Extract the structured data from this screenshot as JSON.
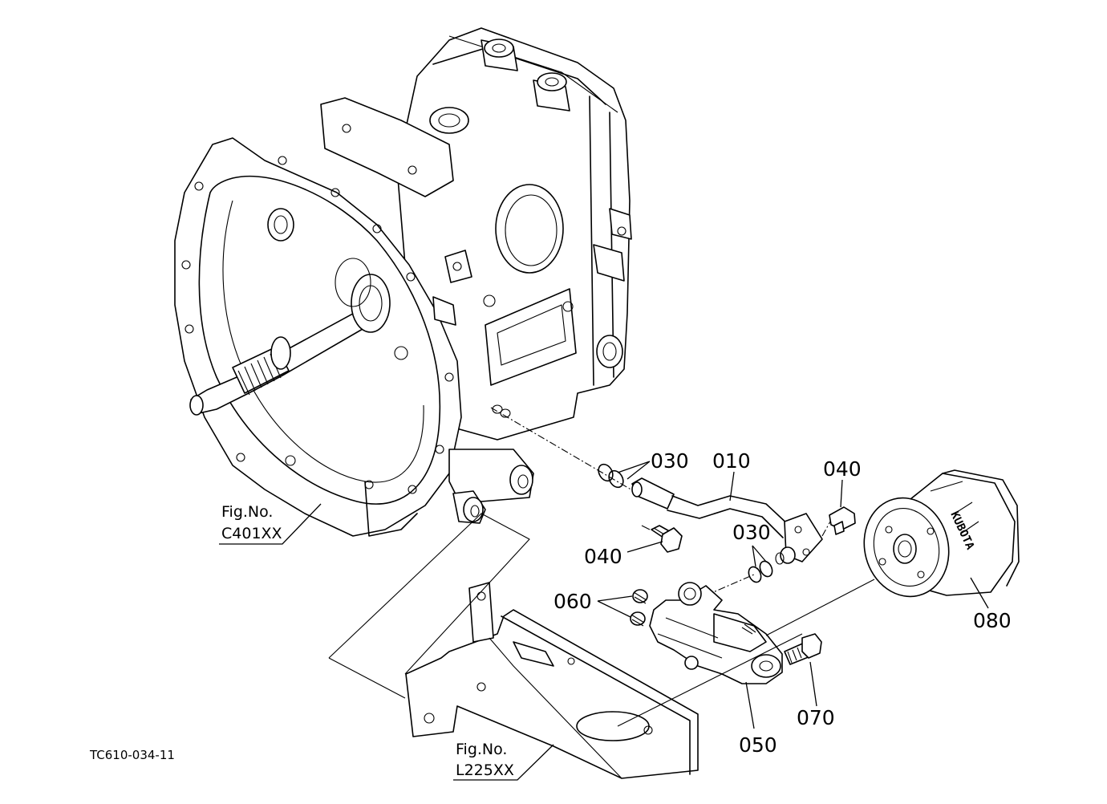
{
  "diagram": {
    "drawing_code": "TC610-034-11",
    "figure_refs": [
      {
        "line1": "Fig.No.",
        "line2": "C401XX"
      },
      {
        "line1": "Fig.No.",
        "line2": "L225XX"
      }
    ],
    "part_labels": {
      "p010": "010",
      "p030_upper": "030",
      "p030_lower": "030",
      "p040_right": "040",
      "p040_left": "040",
      "p050": "050",
      "p060": "060",
      "p070": "070",
      "p080": "080"
    },
    "filter_print": "KUBOTA"
  }
}
